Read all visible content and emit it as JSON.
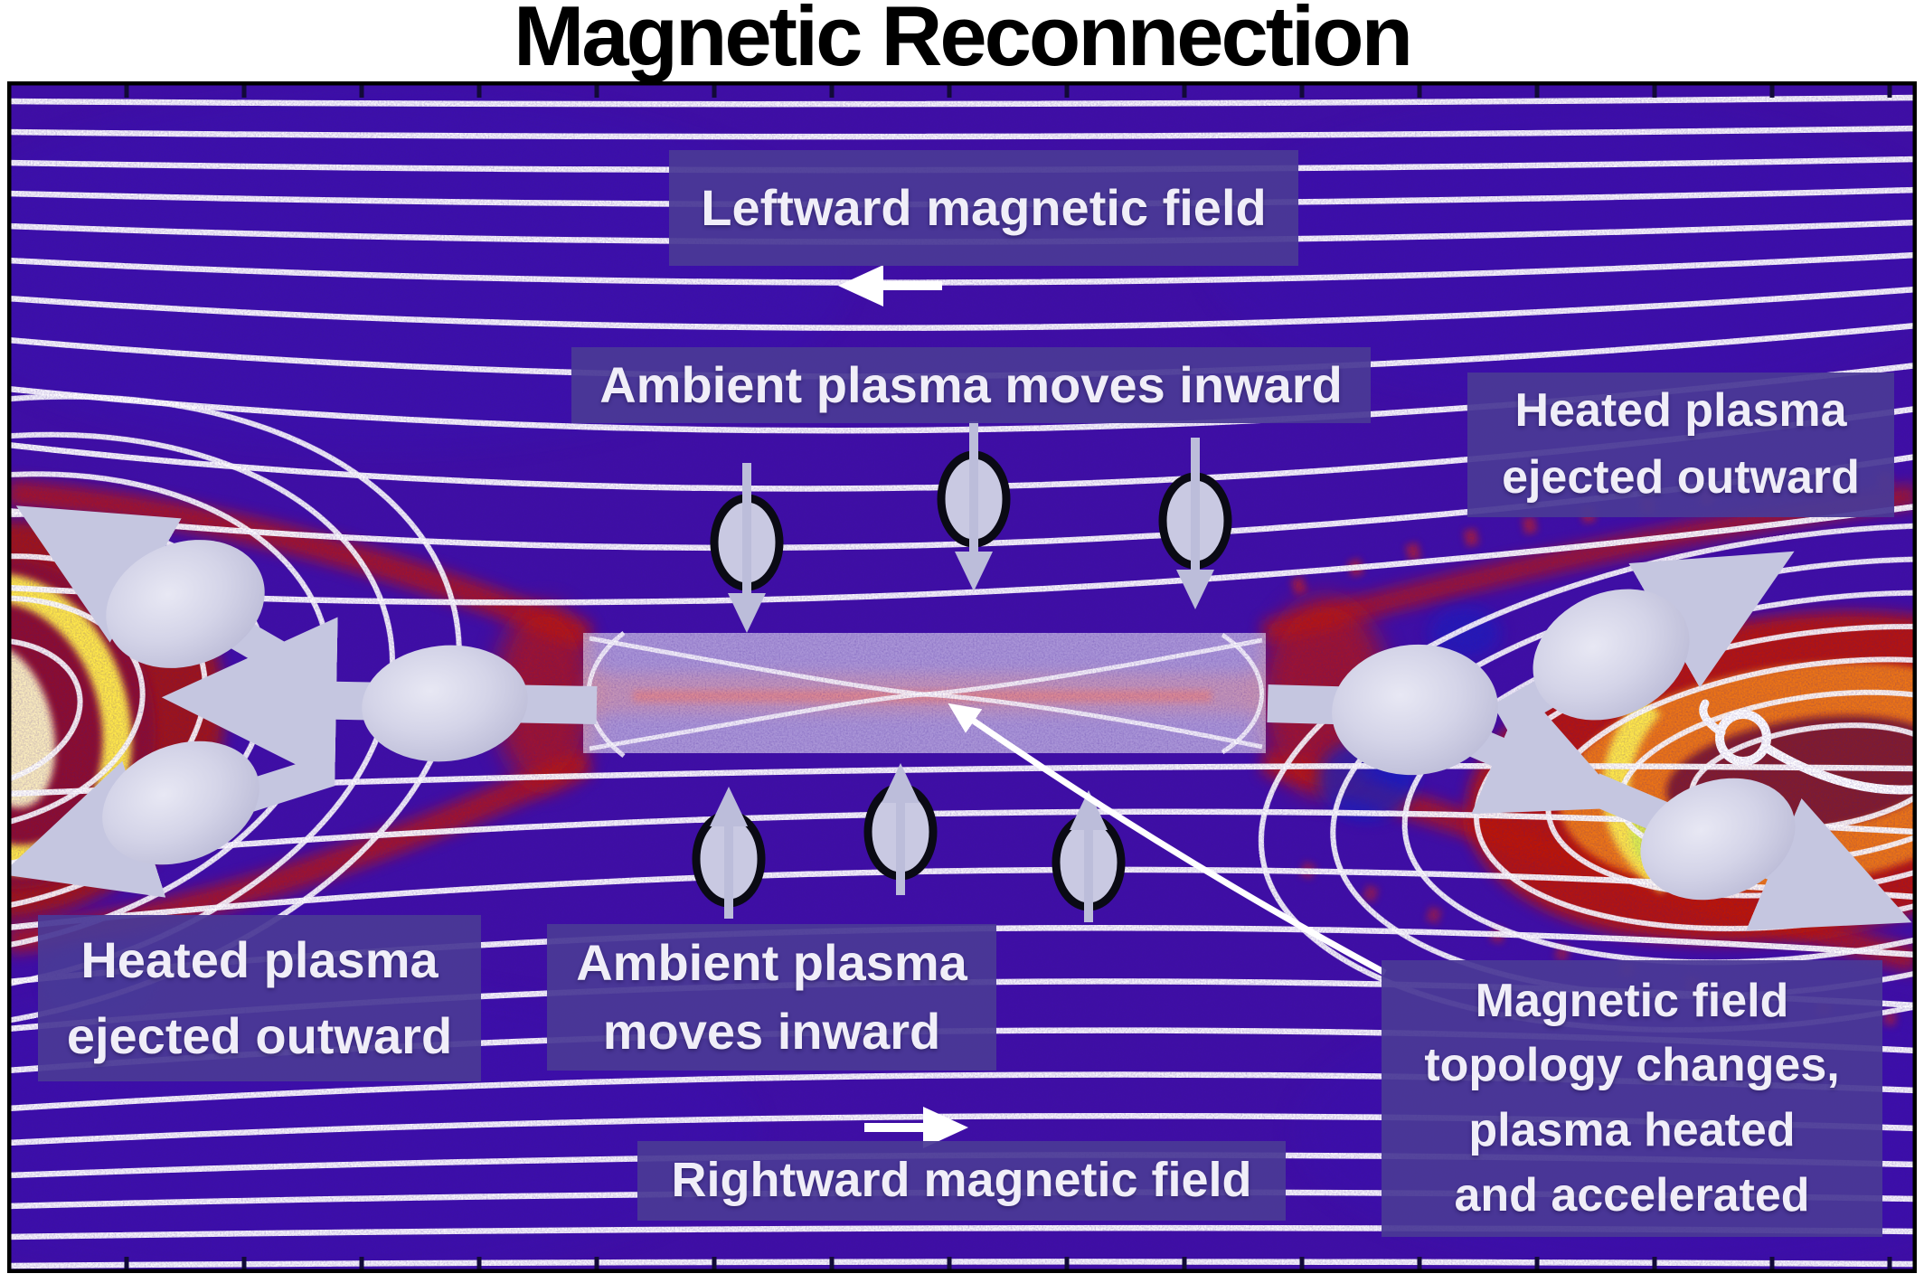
{
  "title": "Magnetic Reconnection",
  "figure": {
    "description_names": [
      "magnetic-field-lines",
      "current-sheet",
      "plasma-blobs",
      "hot-plasmoids"
    ],
    "labels": {
      "leftward": {
        "text": "Leftward magnetic field"
      },
      "ambient_top": {
        "text": "Ambient plasma moves inward"
      },
      "heated_right": {
        "lines": [
          "Heated plasma",
          "ejected outward"
        ]
      },
      "heated_left": {
        "lines": [
          "Heated plasma",
          "ejected outward"
        ]
      },
      "ambient_bottom": {
        "lines": [
          "Ambient plasma",
          "moves inward"
        ]
      },
      "rightward": {
        "text": "Rightward magnetic field"
      },
      "topology": {
        "lines": [
          "Magnetic field",
          "topology changes,",
          "plasma heated",
          "and accelerated"
        ]
      }
    },
    "colors": {
      "background_purple": "#3f0ea6",
      "field_line_white": "#ffffff",
      "label_background": "rgba(74,57,150,0.94)",
      "label_text": "#f0eef8",
      "plasma_blob": "#c9c9e2",
      "motion_arrow": "#c5c6e0",
      "hot_red": "#c41504",
      "hot_orange": "#f07a12",
      "hot_yellow": "#ffe84a",
      "current_sheet": "rgba(236,232,245,0.6)",
      "title_text": "#000000"
    }
  }
}
